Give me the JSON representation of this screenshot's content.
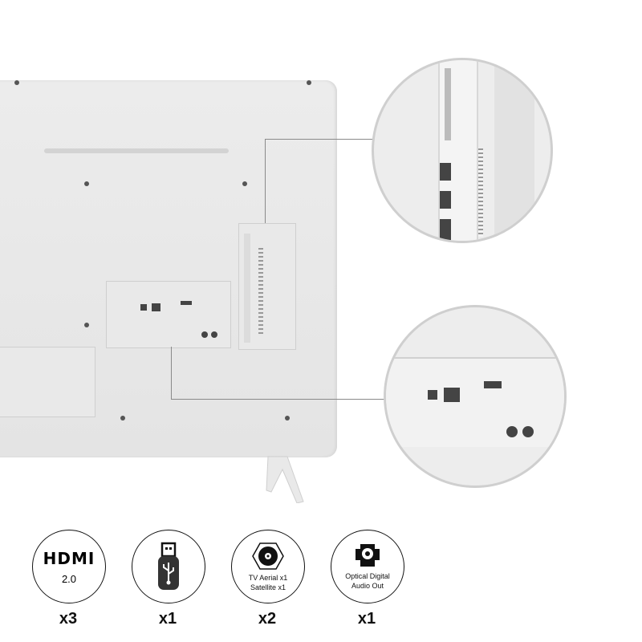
{
  "connectivity": [
    {
      "icon": "hdmi-logo",
      "logo_text": "HDMI",
      "label": "2.0",
      "count": "x3"
    },
    {
      "icon": "usb-stick-icon",
      "label": "",
      "count": "x1"
    },
    {
      "icon": "coax-connector-icon",
      "label_lines": [
        "TV Aerial x1",
        "Satellite x1"
      ],
      "count": "x2"
    },
    {
      "icon": "optical-audio-icon",
      "label_lines": [
        "Optical Digital",
        "Audio Out"
      ],
      "count": "x1"
    }
  ],
  "colors": {
    "tv_body": "#e8e8e8",
    "icon_stroke": "#111111"
  }
}
